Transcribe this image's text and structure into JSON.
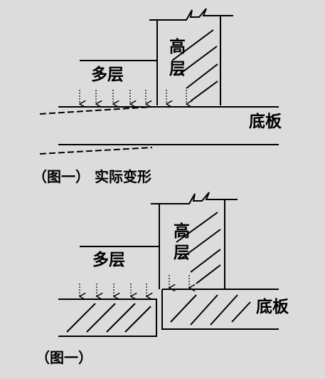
{
  "figure_top": {
    "multi_story_label": "多层",
    "high_rise_label_line1": "高",
    "high_rise_label_line2": "层",
    "base_slab_label": "底板",
    "caption": "（图一） 实际变形"
  },
  "figure_bottom": {
    "multi_story_label": "多层",
    "high_rise_label_line1": "高",
    "high_rise_label_line2": "层",
    "base_slab_label": "底板",
    "caption": "（图一）"
  }
}
